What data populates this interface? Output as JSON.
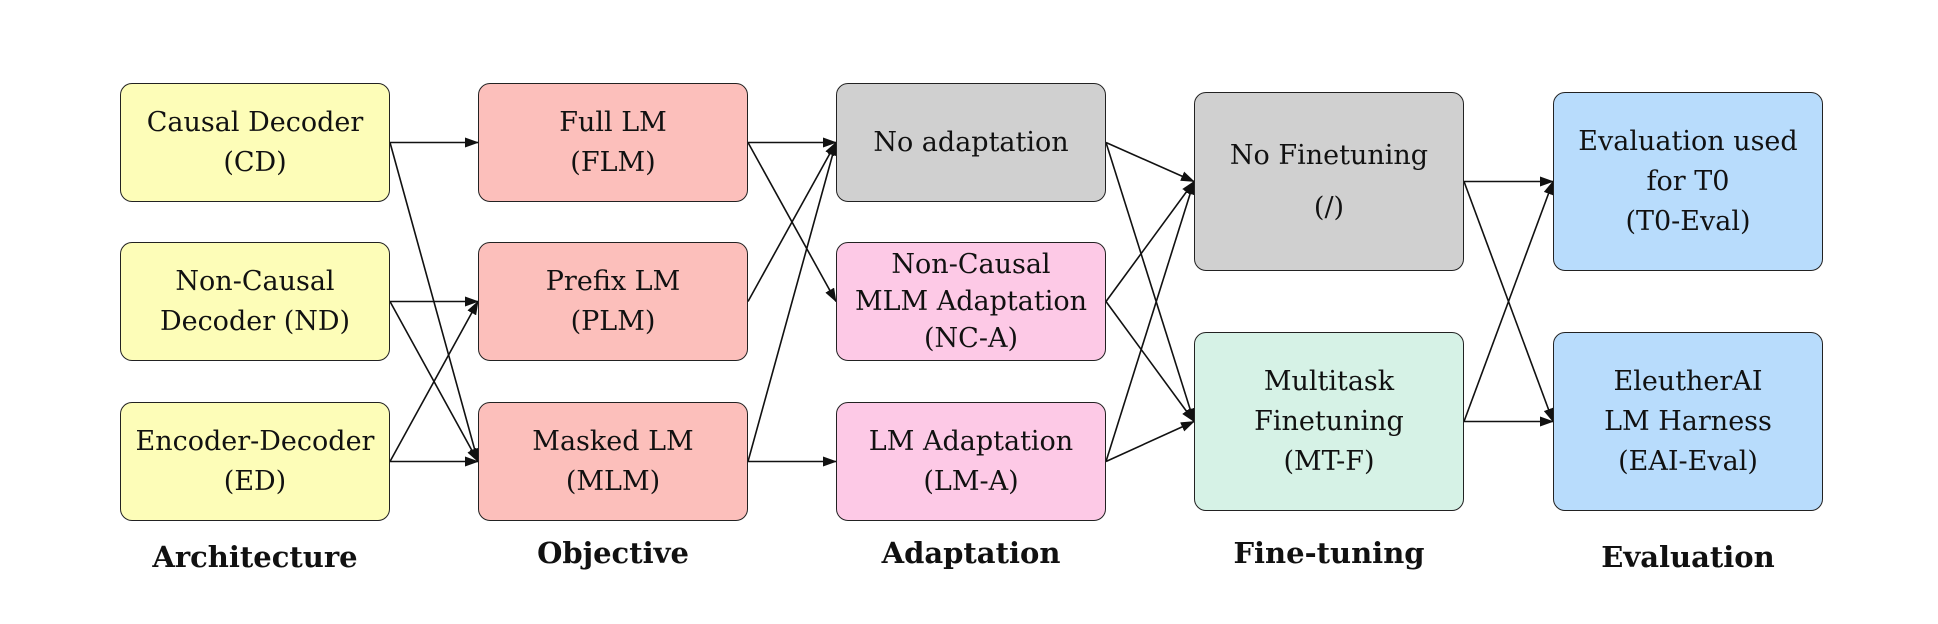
{
  "colors": {
    "architecture": "#fdfdb8",
    "objective": "#fcbfbb",
    "neutral": "#d0d0d0",
    "adaptation": "#fdc9e6",
    "finetuning": "#d6f2e6",
    "evaluation": "#b8dcfc"
  },
  "columns": {
    "architecture": "Architecture",
    "objective": "Objective",
    "adaptation": "Adaptation",
    "finetuning": "Fine-tuning",
    "evaluation": "Evaluation"
  },
  "nodes": {
    "cd": {
      "lines": [
        "Causal Decoder",
        "(CD)"
      ]
    },
    "nd": {
      "lines": [
        "Non-Causal",
        "Decoder (ND)"
      ]
    },
    "ed": {
      "lines": [
        "Encoder-Decoder",
        "(ED)"
      ]
    },
    "flm": {
      "lines": [
        "Full LM",
        "(FLM)"
      ]
    },
    "plm": {
      "lines": [
        "Prefix LM",
        "(PLM)"
      ]
    },
    "mlm": {
      "lines": [
        "Masked LM",
        "(MLM)"
      ]
    },
    "noad": {
      "lines": [
        "No adaptation"
      ]
    },
    "nca": {
      "lines": [
        "Non-Causal",
        "MLM Adaptation",
        "(NC-A)"
      ]
    },
    "lma": {
      "lines": [
        "LM Adaptation",
        "(LM-A)"
      ]
    },
    "noft": {
      "lines": [
        "No Finetuning",
        "(/)"
      ]
    },
    "mtf": {
      "lines": [
        "Multitask",
        "Finetuning",
        "(MT-F)"
      ]
    },
    "t0": {
      "lines": [
        "Evaluation used",
        "for T0",
        "(T0-Eval)"
      ]
    },
    "eai": {
      "lines": [
        "EleutherAI",
        "LM Harness",
        "(EAI-Eval)"
      ]
    }
  },
  "edges": [
    [
      "cd",
      "flm"
    ],
    [
      "cd",
      "mlm"
    ],
    [
      "nd",
      "plm"
    ],
    [
      "nd",
      "mlm"
    ],
    [
      "ed",
      "plm"
    ],
    [
      "ed",
      "mlm"
    ],
    [
      "flm",
      "noad"
    ],
    [
      "flm",
      "nca"
    ],
    [
      "plm",
      "noad"
    ],
    [
      "mlm",
      "noad"
    ],
    [
      "mlm",
      "lma"
    ],
    [
      "noad",
      "noft"
    ],
    [
      "noad",
      "mtf"
    ],
    [
      "nca",
      "noft"
    ],
    [
      "nca",
      "mtf"
    ],
    [
      "lma",
      "noft"
    ],
    [
      "lma",
      "mtf"
    ],
    [
      "noft",
      "t0"
    ],
    [
      "noft",
      "eai"
    ],
    [
      "mtf",
      "t0"
    ],
    [
      "mtf",
      "eai"
    ]
  ]
}
